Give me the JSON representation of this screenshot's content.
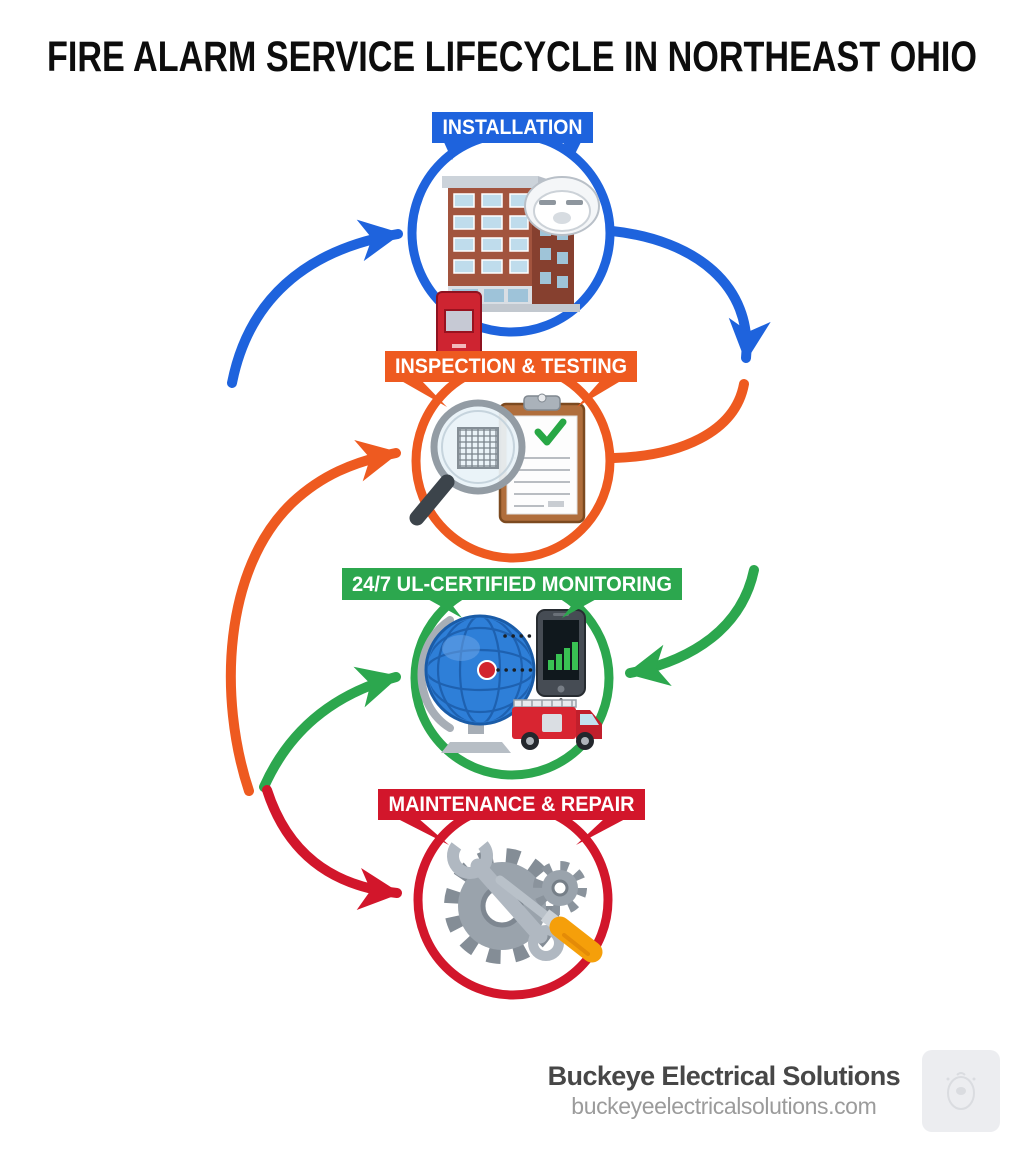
{
  "title": "FIRE ALARM SERVICE LIFECYCLE IN NORTHEAST OHIO",
  "stages": [
    {
      "label": "INSTALLATION",
      "color": "#1e63dd",
      "icon": "building-smoke-detector-pull-station"
    },
    {
      "label": "INSPECTION & TESTING",
      "color": "#ee5a20",
      "icon": "magnifier-clipboard-checkmark"
    },
    {
      "label": "24/7 UL-CERTIFIED MONITORING",
      "color": "#2ca74e",
      "icon": "globe-phone-fire-truck"
    },
    {
      "label": "MAINTENANCE & REPAIR",
      "color": "#d2162b",
      "icon": "wrench-screwdriver-gears"
    }
  ],
  "footer": {
    "company": "Buckeye Electrical Solutions",
    "website": "buckeyeelectricalsolutions.com"
  }
}
